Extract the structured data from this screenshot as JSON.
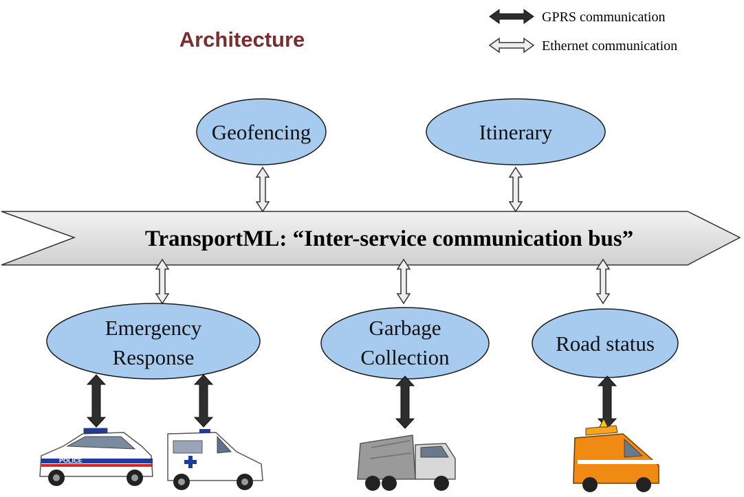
{
  "title": "Architecture",
  "legend": {
    "gprs_label": "GPRS communication",
    "ethernet_label": "Ethernet communication"
  },
  "bus": {
    "label": "TransportML: “Inter-service communication bus”"
  },
  "services": {
    "geofencing": "Geofencing",
    "itinerary": "Itinerary",
    "emergency_line1": "Emergency",
    "emergency_line2": "Response",
    "garbage_line1": "Garbage",
    "garbage_line2": "Collection",
    "road_status": "Road status"
  },
  "vehicles": {
    "police_text": "POLICE"
  },
  "colors": {
    "title": "#7b2c2c",
    "ellipse_fill": "#a6cbef",
    "ellipse_stroke": "#1a1a1a",
    "bus_fill": "#e0e0e0",
    "ethernet_arrow": "#e8e8e8",
    "gprs_arrow": "#2e2e2e",
    "police_blue": "#1f3c9c",
    "truck_grey": "#9a9a9a",
    "road_orange": "#f08a12"
  }
}
